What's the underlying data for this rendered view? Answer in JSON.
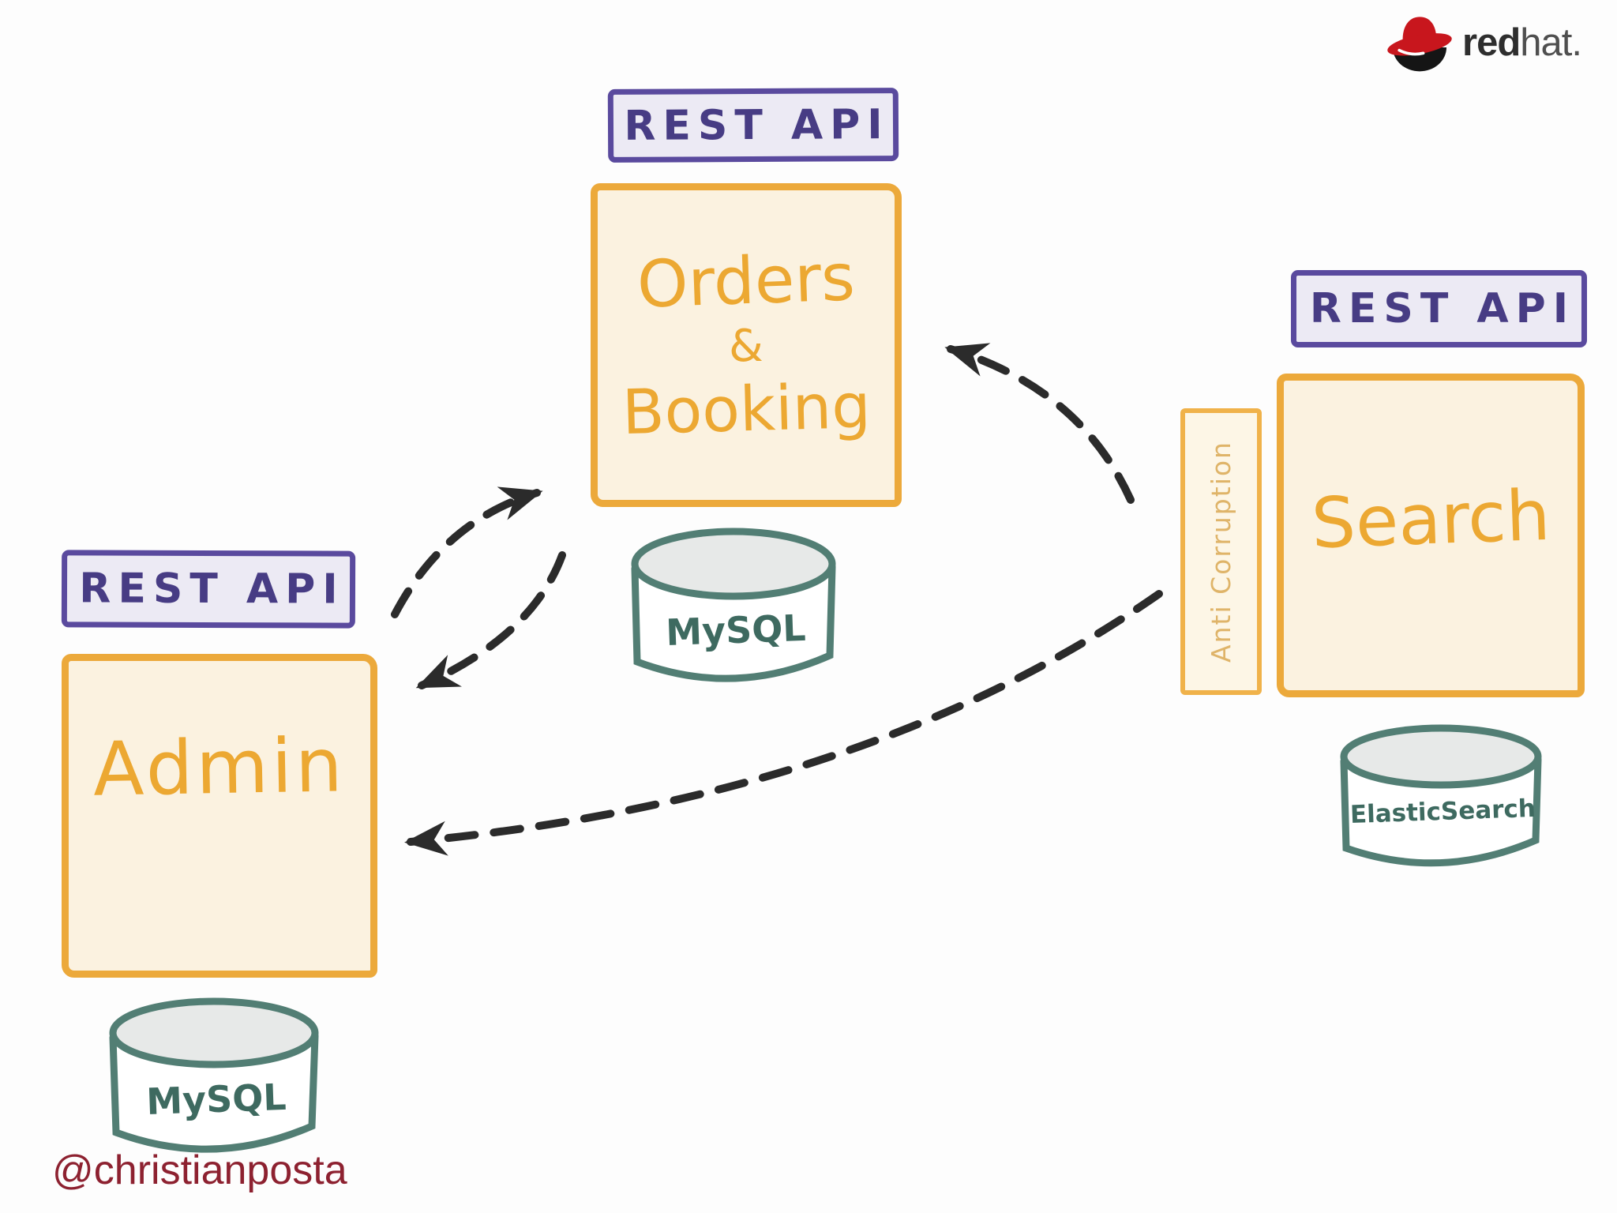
{
  "header": {
    "logo": {
      "brand_bold": "red",
      "brand_light": "hat."
    }
  },
  "labels": {
    "rest_api": "REST API",
    "anti_corruption": "Anti Corruption"
  },
  "services": {
    "orders": {
      "line1": "Orders",
      "line2": "&",
      "line3": "Booking"
    },
    "search": {
      "label": "Search"
    },
    "admin": {
      "label": "Admin"
    }
  },
  "datastores": {
    "orders_db": "MySQL",
    "admin_db": "MySQL",
    "search_db": "ElasticSearch"
  },
  "watermark": "@christianposta",
  "connections": [
    {
      "from": "Admin",
      "to": "Orders & Booking",
      "style": "dashed",
      "direction": "bidirectional"
    },
    {
      "from": "Search",
      "to": "Orders & Booking",
      "style": "dashed",
      "direction": "to-orders"
    },
    {
      "from": "Search",
      "to": "Admin",
      "style": "dashed",
      "direction": "to-admin"
    }
  ],
  "colors": {
    "service_border": "#ECA93B",
    "service_fill": "#FBF2E0",
    "service_text": "#ECA832",
    "rest_border": "#5A4A9E",
    "rest_fill": "#ECEAF4",
    "rest_text": "#473C84",
    "anti_corruption_border": "#F0B24A",
    "anti_corruption_text": "#DFB469",
    "db_stroke": "#527E74",
    "db_top_fill": "#E7E9E8",
    "db_text": "#3E6A60",
    "arrow": "#2B2B2B",
    "watermark": "#8D2130",
    "redhat_red": "#C8161D"
  }
}
